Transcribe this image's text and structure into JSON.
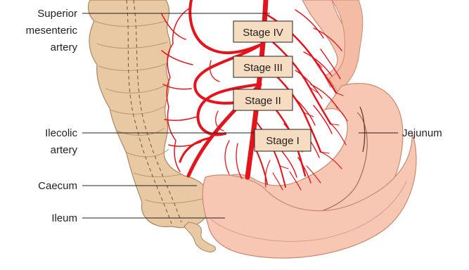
{
  "labels": {
    "superior_mesenteric": [
      "Superior",
      "mesenteric",
      "artery"
    ],
    "ileocolic": [
      "Ilecolic",
      "artery"
    ],
    "caecum": "Caecum",
    "ileum": "Ileum",
    "jejunum": "Jejunum"
  },
  "stages": [
    {
      "label": "Stage IV"
    },
    {
      "label": "Stage III"
    },
    {
      "label": "Stage II"
    },
    {
      "label": "Stage I"
    }
  ],
  "colors": {
    "colon_fill": "#e8c9a4",
    "colon_stroke": "#a88763",
    "bowel_fill": "#f7c7b3",
    "bowel_stroke": "#c98a72",
    "bowel_inner": "#f3b49e",
    "artery": "#e3141b",
    "stage_box": "#f6dcc0"
  }
}
